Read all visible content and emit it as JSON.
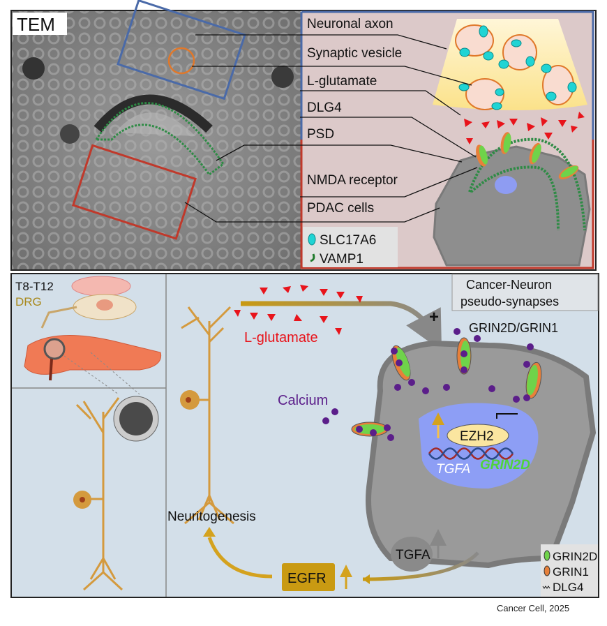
{
  "top_panel": {
    "tem_label": "TEM",
    "labels": [
      "Neuronal axon",
      "Synaptic vesicle",
      "L-glutamate",
      "DLG4",
      "PSD",
      "NMDA receptor",
      "PDAC cells"
    ],
    "legend": [
      "SLC17A6",
      "VAMP1"
    ]
  },
  "bottom_panel": {
    "drg_region": "T8-T12",
    "drg_label": "DRG",
    "title_line1": "Cancer-Neuron",
    "title_line2": "pseudo-synapses",
    "plus": "+",
    "receptor_label": "GRIN2D/GRIN1",
    "glutamate_label": "L-glutamate",
    "calcium_label": "Calcium",
    "ezh2": "EZH2",
    "gene_tgfa": "TGFA",
    "gene_grin2d": "GRIN2D",
    "neuritogenesis": "Neuritogenesis",
    "tgfa_protein": "TGFA",
    "egfr": "EGFR",
    "legend": [
      "GRIN2D",
      "GRIN1",
      "DLG4"
    ]
  },
  "colors": {
    "glutamate": "#e8141b",
    "calcium": "#5b1e8a",
    "grin2d": "#6fd34a",
    "grin1": "#e8803a",
    "neuron": "#d49a3e",
    "egfr": "#c99a12"
  },
  "footer": "Cancer Cell, 2025"
}
